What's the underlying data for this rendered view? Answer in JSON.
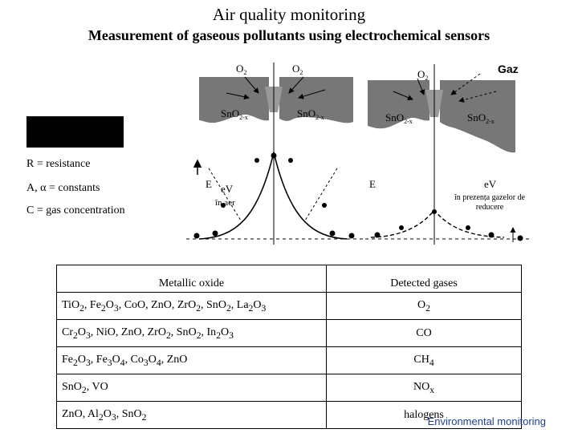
{
  "header": {
    "title": "Air quality monitoring",
    "subtitle": "Measurement of gaseous pollutants using electrochemical sensors"
  },
  "legend": {
    "r": "R = resistance",
    "a": "A, α = constants",
    "c": "C = gas concentration"
  },
  "diagram": {
    "left_panel": {
      "o2_left": "O",
      "o2_right": "O",
      "sno_left": "SnO",
      "sno_right": "SnO",
      "energy": "E",
      "ev": "eV",
      "in_air": "în aer"
    },
    "right_panel": {
      "o2": "O",
      "gas": "Gaz",
      "sno_left": "SnO",
      "sno_right": "SnO",
      "energy": "E",
      "ev": "eV",
      "reducing_note_1": "în prezența gazelor de",
      "reducing_note_2": "reducere"
    },
    "sub_2": "2",
    "sub_2x": "2-x"
  },
  "table": {
    "headers": {
      "oxide": "Metallic oxide",
      "gases": "Detected gases"
    },
    "rows": [
      {
        "oxide": [
          "Ti",
          "O",
          "2",
          ", Fe",
          "2",
          "O",
          "3",
          ", Co",
          "O",
          ", Zn",
          "O",
          ", Zr",
          "O",
          "2",
          ", Sn",
          "O",
          "2",
          ", La",
          "2",
          "O",
          "3"
        ],
        "gas": [
          "O",
          "2"
        ]
      },
      {
        "oxide": [
          "Cr",
          "2",
          "O",
          "3",
          ", Ni",
          "O",
          ", Zn",
          "O",
          ", Zr",
          "O",
          "2",
          ", Sn",
          "O",
          "2",
          ", In",
          "2",
          "O",
          "3"
        ],
        "gas": [
          "CO"
        ]
      },
      {
        "oxide": [
          "Fe",
          "2",
          "O",
          "3",
          ", Fe",
          "3",
          "O",
          "4",
          ", Co",
          "3",
          "O",
          "4",
          ", Zn",
          "O"
        ],
        "gas": [
          "CH",
          "4"
        ]
      },
      {
        "oxide": [
          "Sn",
          "O",
          "2",
          ", VO"
        ],
        "gas": [
          "NO",
          "x"
        ]
      },
      {
        "oxide": [
          "Zn",
          "O",
          ", Al",
          "2",
          "O",
          "3",
          ", Sn",
          "O",
          "2"
        ],
        "gas": [
          "halogens"
        ]
      }
    ]
  },
  "footer": "Environmental monitoring"
}
